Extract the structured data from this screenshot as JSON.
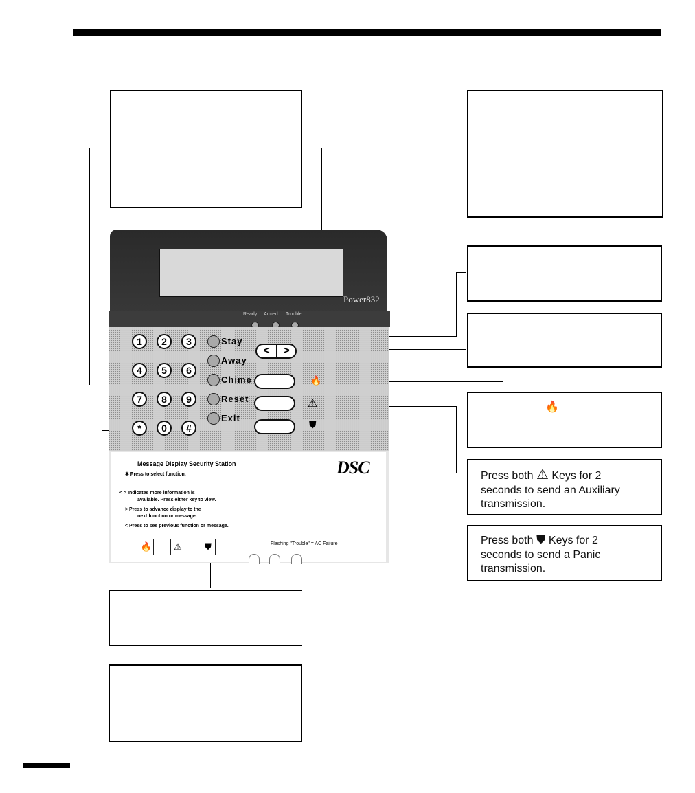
{
  "keypad": {
    "brand": "Power832",
    "led_labels": [
      "Ready",
      "Armed",
      "Trouble"
    ],
    "number_keys": [
      "1",
      "2",
      "3",
      "4",
      "5",
      "6",
      "7",
      "8",
      "9",
      "*",
      "0",
      "#"
    ],
    "function_keys": [
      "Stay",
      "Away",
      "Chime",
      "Reset",
      "Exit"
    ],
    "scroll_left": "<",
    "scroll_right": ">",
    "fire_symbol": "🔥",
    "aux_symbol": "⚠",
    "panic_symbol": "⛊"
  },
  "keypad_card": {
    "title": "Message Display Security Station",
    "lines": [
      "✱  Press to select function.",
      "< > Indicates more information is",
      "available. Press either key to view.",
      ">  Press to advance display to the",
      "next function or message.",
      "<  Press to see previous function or message."
    ],
    "logo": "DSC",
    "flashing_note": "Flashing \"Trouble\" = AC Failure",
    "icons": [
      "fire-icon",
      "auxiliary-icon",
      "panic-icon"
    ]
  },
  "callouts": {
    "fire_prefix": "",
    "fire_icon": "🔥",
    "auxiliary": {
      "prefix": "Press both",
      "icon": "⚠",
      "rest_line1": "Keys for 2",
      "line2": "seconds to send an Auxiliary",
      "line3": "transmission."
    },
    "panic": {
      "prefix": "Press both",
      "icon": "⛊",
      "rest_line1": "Keys for 2",
      "line2": "seconds to send a Panic",
      "line3": "transmission."
    }
  }
}
